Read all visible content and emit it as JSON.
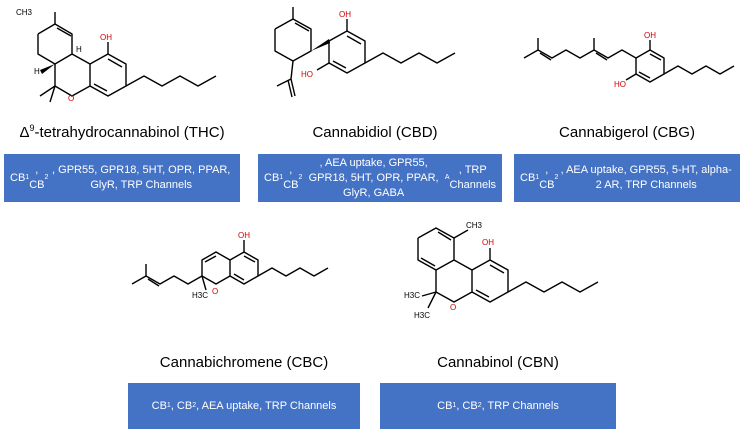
{
  "compounds": [
    {
      "name": "Δ9-tetrahydrocannabinol (THC)",
      "name_prefix": "Δ",
      "name_sup": "9",
      "name_rest": "-tetrahydrocannabinol (THC)",
      "targets_html": "CB<sub>1</sub>, CB<sub>2</sub>, GPR55, GPR18, 5HT, OPR, PPAR, GlyR, TRP Channels"
    },
    {
      "name": "Cannabidiol (CBD)",
      "targets_html": "CB<sub>1</sub>, CB<sub>2</sub>, AEA uptake, GPR55, GPR18, 5HT, OPR, PPAR, GlyR, GABA<sub>A</sub>, TRP Channels"
    },
    {
      "name": "Cannabigerol (CBG)",
      "targets_html": "CB<sub>1</sub>, CB<sub>2</sub>, AEA uptake, GPR55, 5-HT, alpha-2 AR, TRP Channels"
    },
    {
      "name": "Cannabichromene (CBC)",
      "targets_html": "CB<sub>1</sub>, CB<sub>2</sub>, AEA uptake, TRP Channels"
    },
    {
      "name": "Cannabinol (CBN)",
      "targets_html": "CB<sub>1</sub>, CB<sub>2</sub>, TRP Channels"
    }
  ],
  "atom_labels": {
    "oh": "OH",
    "ho": "HO",
    "o": "O",
    "h": "H",
    "ch3": "CH3",
    "h3c": "H3C"
  },
  "colors": {
    "box_bg": "#4472c4",
    "box_text": "#ffffff",
    "oxygen": "#d00000"
  }
}
